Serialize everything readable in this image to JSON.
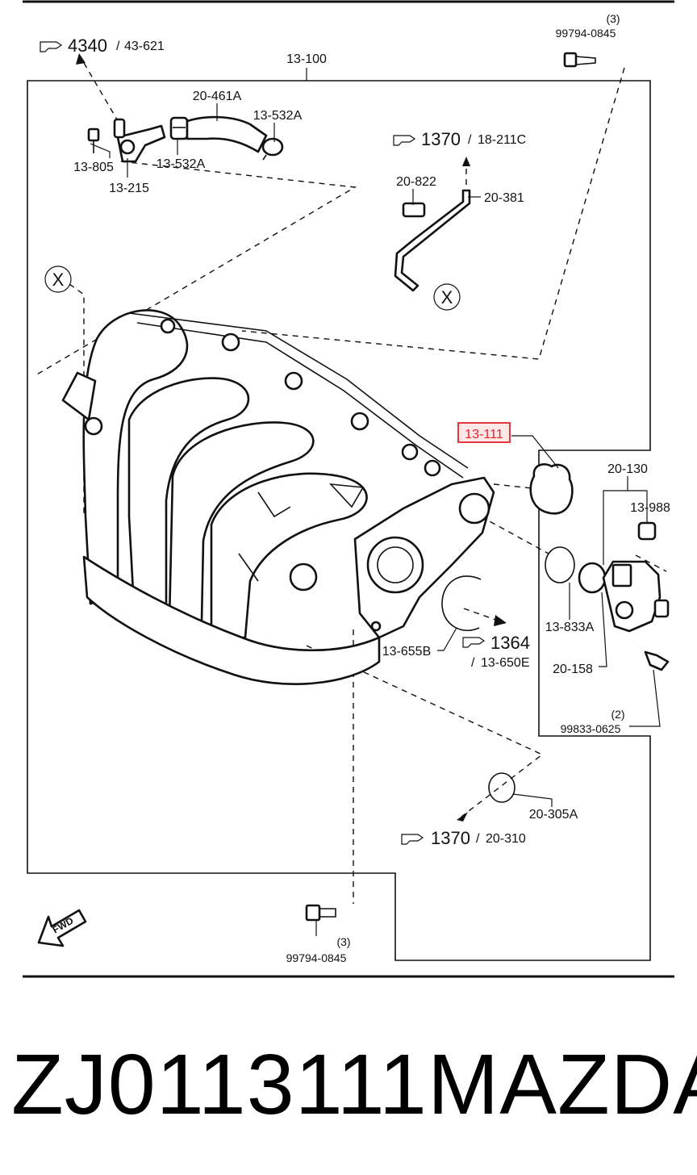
{
  "callouts": [
    {
      "id": "ref-4340",
      "main": "4340",
      "sub": "43-621"
    },
    {
      "id": "ref-1370-top",
      "main": "1370",
      "sub": "18-211C"
    },
    {
      "id": "ref-1364",
      "main": "1364",
      "sub": "13-650E"
    },
    {
      "id": "ref-1370-bottom",
      "main": "1370",
      "sub": "20-310"
    }
  ],
  "labels": {
    "main_group": "13-100",
    "bolt_top_qty": "(3)",
    "bolt_top": "99794-0845",
    "hose": "20-461A",
    "clamp_right": "13-532A",
    "clamp_left": "13-532A",
    "bolt_small": "13-805",
    "fitting": "13-215",
    "clip": "20-822",
    "pipe": "20-381",
    "gasket_highlight": "13-111",
    "water_outlet": "20-130",
    "sensor": "13-988",
    "gasket_655": "13-655B",
    "oring_833": "13-833A",
    "oring_158": "20-158",
    "screw_qty": "(2)",
    "screw": "99833-0625",
    "oring_305": "20-305A",
    "bolt_bottom_qty": "(3)",
    "bolt_bottom": "99794-0845",
    "fwd": "FWD",
    "cross_mark": "X"
  },
  "footer": {
    "part_number": "ZJ0113111",
    "brand": "MAZDA"
  },
  "colors": {
    "highlight": "#e0242b",
    "highlight_fill": "#fde7e7",
    "ink": "#111111"
  }
}
